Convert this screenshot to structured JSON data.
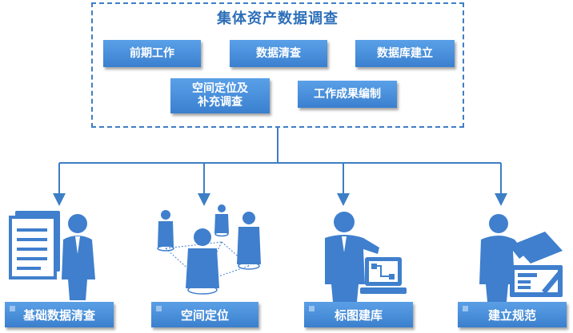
{
  "diagram": {
    "title": "集体资产数据调查",
    "tasks": [
      "前期工作",
      "数据清查",
      "数据库建立",
      "空间定位及\n补充调查",
      "工作成果编制"
    ],
    "outcomes": [
      "基础数据清查",
      "空间定位",
      "标图建库",
      "建立规范"
    ]
  },
  "colors": {
    "primary": "#3a80cf",
    "figure": "#3f7fcd",
    "frame": "#3d7fc4"
  },
  "icons": [
    "document-worker-icon",
    "network-people-icon",
    "computer-worker-icon",
    "standards-worker-icon"
  ]
}
